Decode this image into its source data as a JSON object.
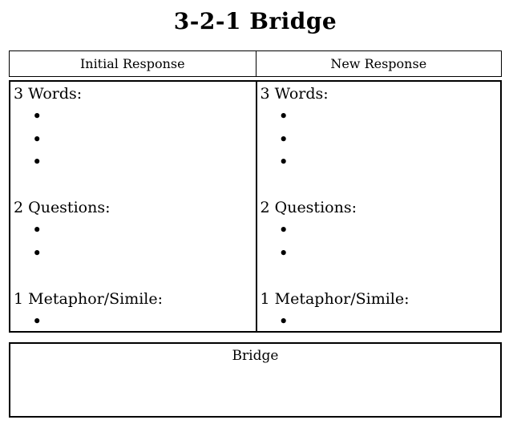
{
  "title": "3-2-1 Bridge",
  "header": {
    "left": "Initial Response",
    "right": "New Response"
  },
  "sections": [
    {
      "label": "3 Words:",
      "bullets": 3
    },
    {
      "label": "2 Questions:",
      "bullets": 2
    },
    {
      "label": "1 Metaphor/Simile:",
      "bullets": 1
    }
  ],
  "bullet_glyph": "•",
  "bridge": {
    "label": "Bridge"
  },
  "colors": {
    "text": "#000000",
    "border": "#000000",
    "background": "#ffffff"
  }
}
